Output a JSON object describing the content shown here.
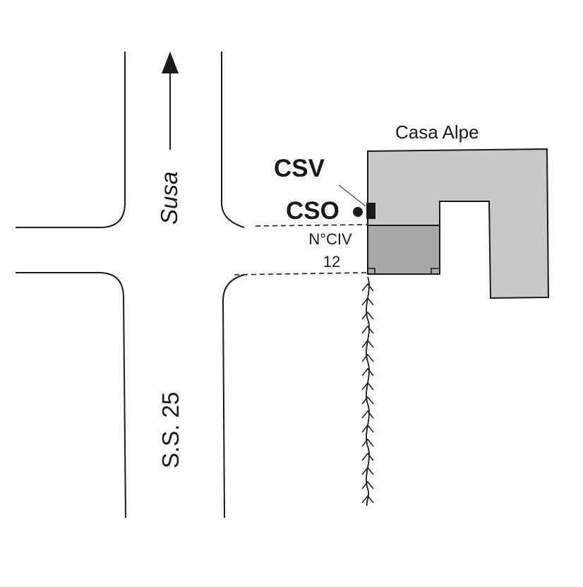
{
  "map": {
    "direction_label": "Susa",
    "road_label": "S.S. 25",
    "building_label": "Casa Alpe",
    "marker_csv_label": "CSV",
    "marker_cso_label": "CSO",
    "civic_label_line1": "N°CIV",
    "civic_label_line2": "12"
  },
  "colors": {
    "building_light": "#c8c8c8",
    "building_dark": "#a9a9a9",
    "ink": "#1a1a1a"
  }
}
